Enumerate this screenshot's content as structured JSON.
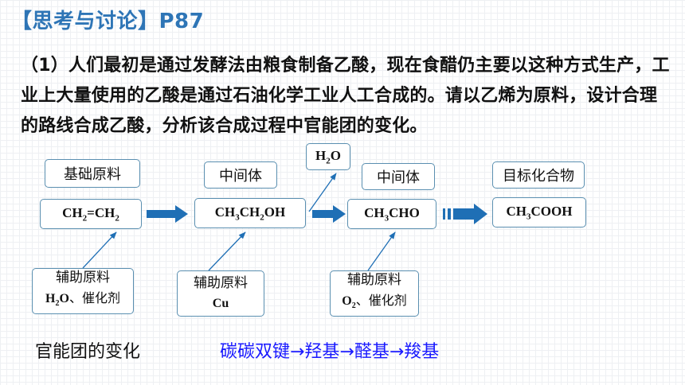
{
  "title": "【思考与讨论】P87",
  "paragraph": "（1）人们最初是通过发酵法由粮食制备乙酸，现在食醋仍主要以这种方式生产，工业上大量使用的乙酸是通过石油化学工业人工合成的。请以乙烯为原料，设计合理的路线合成乙酸，分析该合成过程中官能团的变化。",
  "labels": {
    "raw_material": "基础原料",
    "intermediate_1": "中间体",
    "intermediate_2": "中间体",
    "target": "目标化合物"
  },
  "formulas": {
    "water_top": "H2O",
    "ethylene": "CH2=CH2",
    "ethanol": "CH3CH2OH",
    "acetaldehyde": "CH3CHO",
    "acetic_acid": "CH3COOH"
  },
  "auxiliaries": [
    {
      "title": "辅助原料",
      "detail": "H2O、催化剂"
    },
    {
      "title": "辅助原料",
      "detail": "Cu"
    },
    {
      "title": "辅助原料",
      "detail": "O2、催化剂"
    }
  ],
  "functional_group_label": "官能团的变化",
  "functional_group_chain": "碳碳双键→羟基→醛基→羧基",
  "colors": {
    "title": "#2e75b6",
    "arrow": "#1f6fb5",
    "chain": "#1a1aff",
    "box_border": "#5a8fb0"
  }
}
